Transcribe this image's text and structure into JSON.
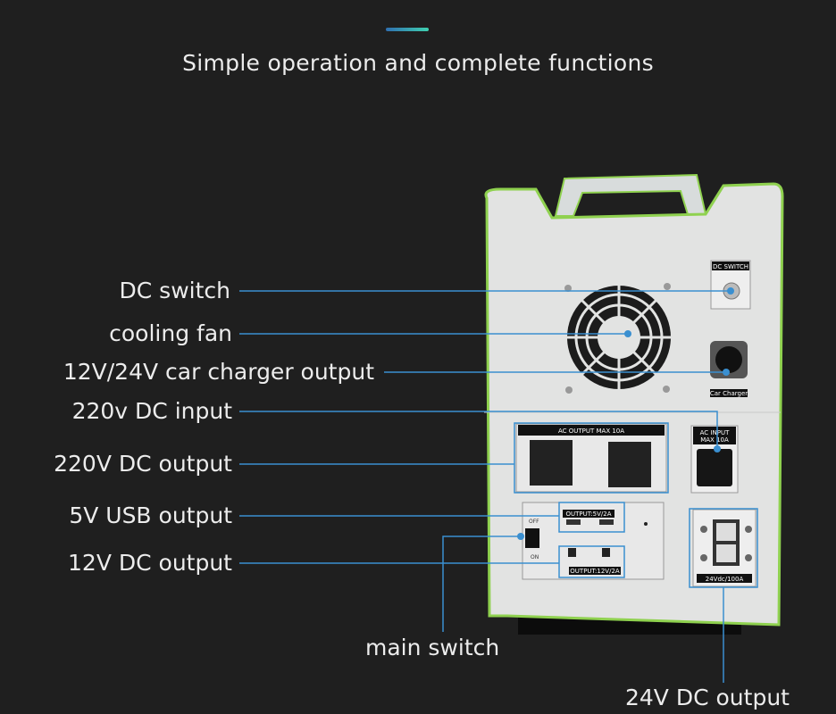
{
  "title": "Simple operation and complete functions",
  "colors": {
    "background": "#1f1f1f",
    "callout": "#3a8fd0",
    "device_body": "#e2e3e2",
    "device_trim": "#8fd14f"
  },
  "callouts": {
    "dc_switch": "DC switch",
    "cooling_fan": "cooling fan",
    "car_charger": "12V/24V car charger output",
    "dc_input": "220v DC input",
    "dc_output_220": "220V DC output",
    "usb_output": "5V USB output",
    "dc_output_12": "12V DC output",
    "main_switch": "main switch",
    "dc_output_24": "24V DC output"
  },
  "device_labels": {
    "dc_switch": "DC SWITCH",
    "car_charger": "Car Charger",
    "ac_output": "AC OUTPUT MAX 10A",
    "ac_input": "AC INPUT MAX 10A",
    "usb": "OUTPUT:5V/2A",
    "dc12": "OUTPUT:12V/2A",
    "dc24": "24Vdc/100A",
    "off": "OFF",
    "on": "ON"
  }
}
